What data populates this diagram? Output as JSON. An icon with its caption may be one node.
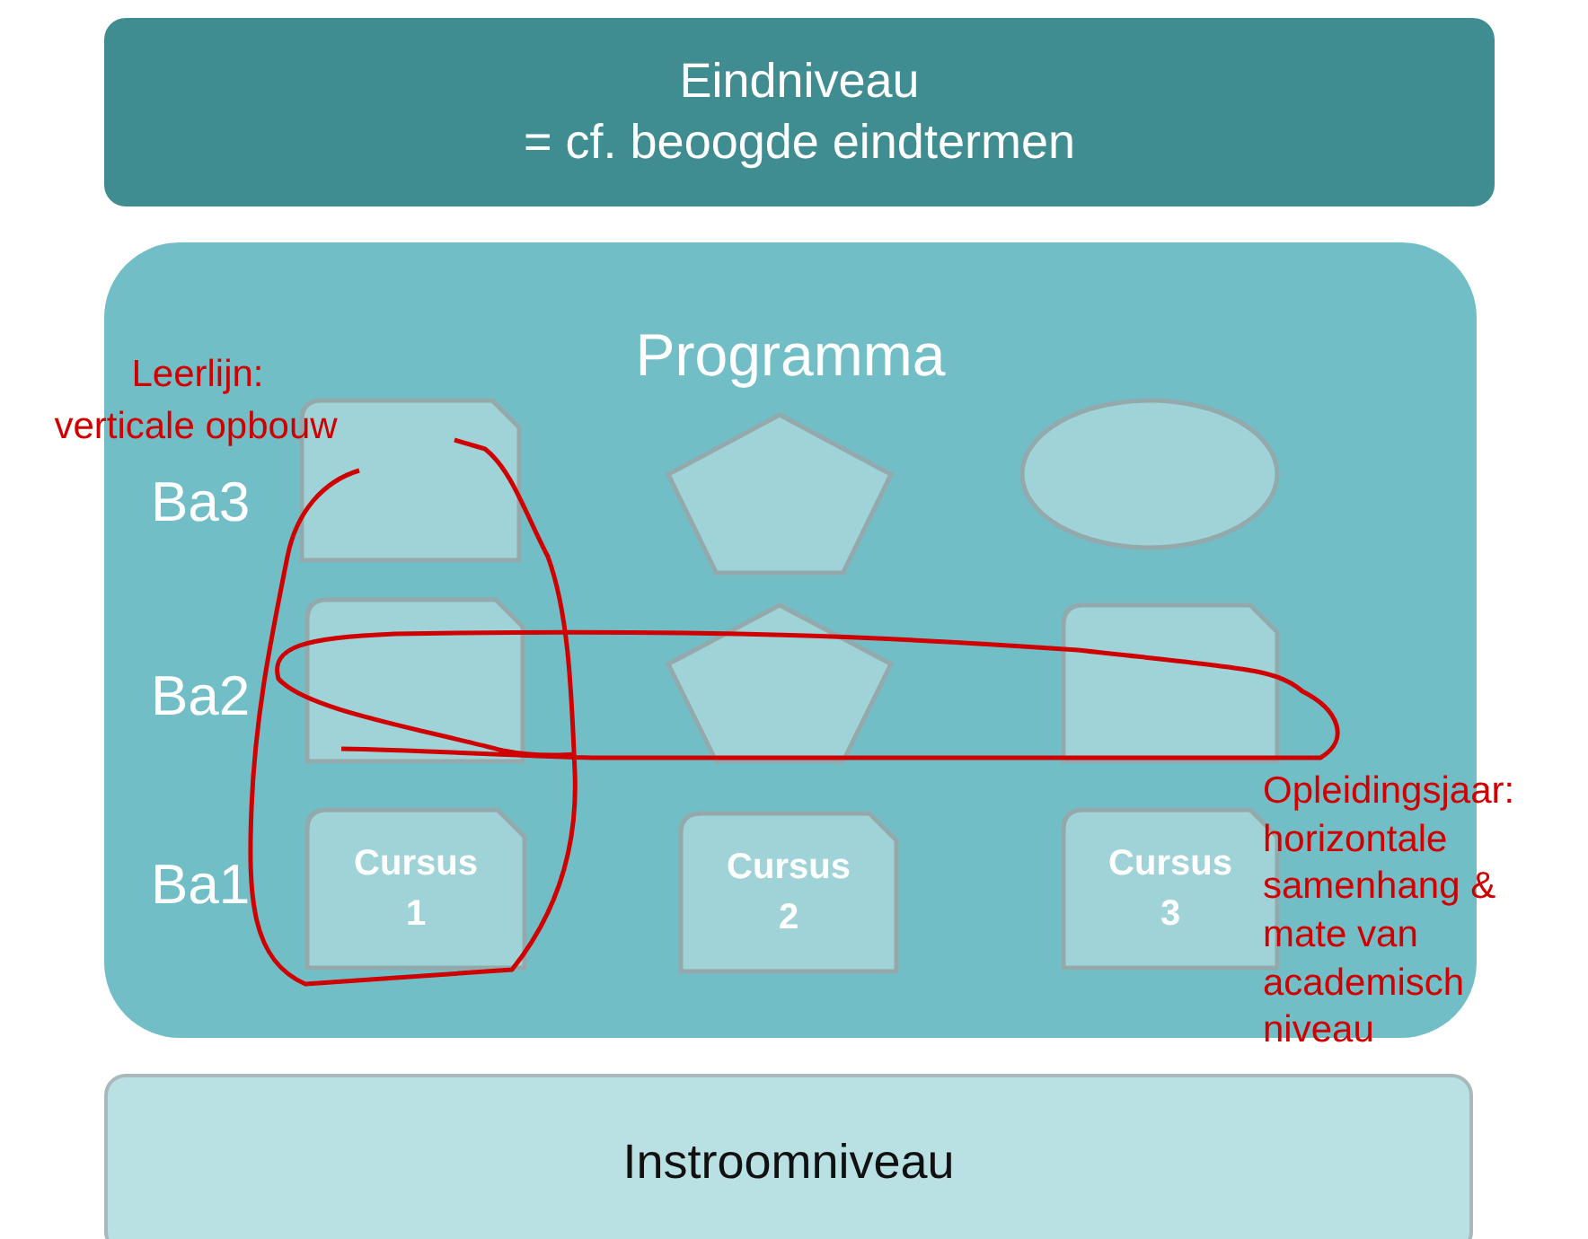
{
  "diagram": {
    "nodes": [
      {
        "text": [
          "Eindniveau",
          "= cf. beoogde eindtermen"
        ]
      },
      {
        "text": [
          "Programma"
        ]
      },
      {
        "text": [],
        "shape": "box",
        "in": 1
      },
      {
        "text": [],
        "shape": "pentagon",
        "in": 1
      },
      {
        "text": [],
        "shape": "ellipse",
        "in": 1
      },
      {
        "text": [],
        "shape": "box",
        "in": 1
      },
      {
        "text": [],
        "shape": "pentagon",
        "in": 1
      },
      {
        "text": [],
        "shape": "box",
        "in": 1
      },
      {
        "text": [
          "Cursus 1"
        ],
        "in": 1
      },
      {
        "text": [
          "Cursus 2"
        ],
        "in": 1
      },
      {
        "text": [
          "Cursus 3"
        ],
        "in": 1
      },
      {
        "text": [
          "Instroomniveau"
        ]
      }
    ],
    "labels": [
      "Leerlijn:",
      "verticale opbouw",
      "Ba3",
      "Ba2",
      "Ba1",
      "Opleidingsjaar: horizontale samenhang  & mate van academisch niveau"
    ]
  }
}
